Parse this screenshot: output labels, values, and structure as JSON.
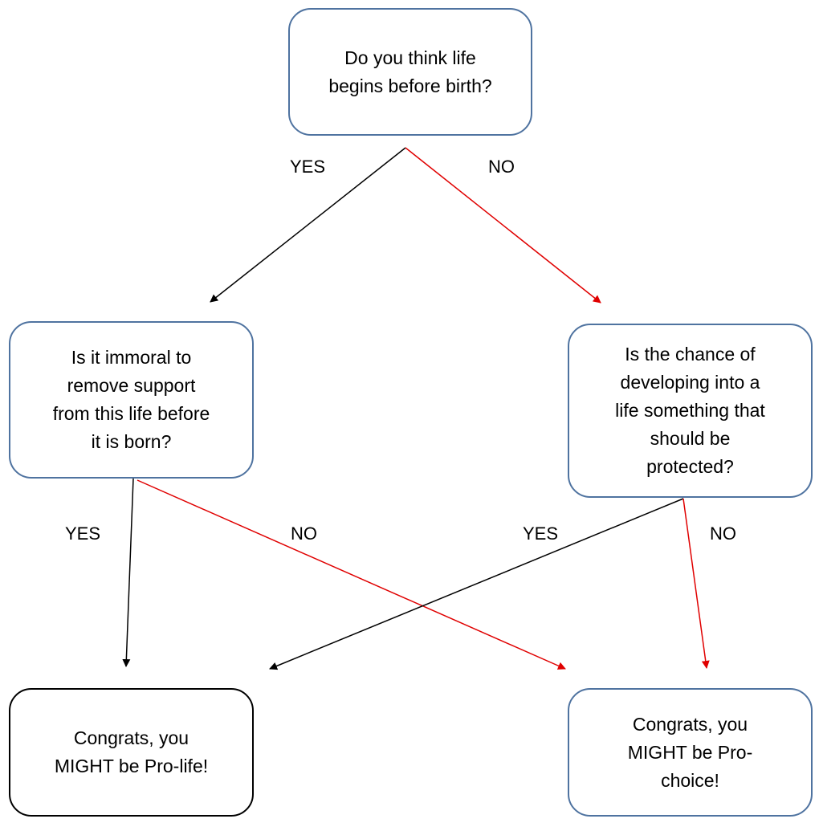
{
  "nodes": {
    "q_life_before_birth": {
      "lines": [
        "Do you think life",
        "begins before birth?"
      ]
    },
    "q_immoral_remove_support": {
      "lines": [
        "Is it immoral to",
        "remove support",
        "from this life before",
        "it is born?"
      ]
    },
    "q_chance_protected": {
      "lines": [
        "Is the chance of",
        "developing into a",
        "life something that",
        "should be",
        "protected?"
      ]
    },
    "result_pro_life": {
      "lines": [
        "Congrats, you",
        "MIGHT be Pro-life!"
      ]
    },
    "result_pro_choice": {
      "lines": [
        "Congrats, you",
        "MIGHT be Pro-",
        "choice!"
      ]
    }
  },
  "edge_labels": {
    "top_yes": "YES",
    "top_no": "NO",
    "left_yes": "YES",
    "left_no": "NO",
    "right_yes": "YES",
    "right_no": "NO"
  },
  "colors": {
    "yes_arrow": "#000000",
    "no_arrow": "#e00000",
    "question_border": "#4f73a0",
    "pro_life_border": "#000000"
  }
}
